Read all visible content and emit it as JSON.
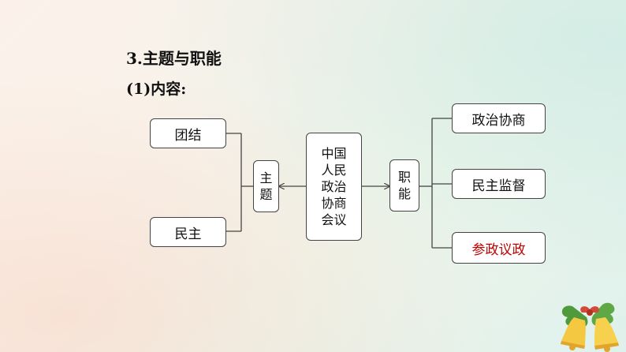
{
  "title": "3.主题与职能",
  "subtitle": "(1)内容:",
  "center": {
    "label": "中国\n人民\n政治\n协商\n会议"
  },
  "theme": {
    "label": "主\n题",
    "items": [
      "团结",
      "民主"
    ]
  },
  "function": {
    "label": "职\n能",
    "items": [
      "政治协商",
      "民主监督",
      "参政议政"
    ]
  },
  "colors": {
    "highlight": "#c00000",
    "border": "#444444"
  }
}
